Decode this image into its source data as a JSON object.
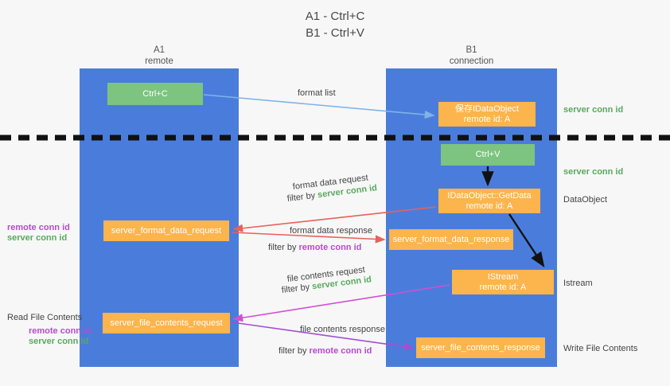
{
  "title": {
    "line1": "A1 - Ctrl+C",
    "line2": "B1 - Ctrl+V"
  },
  "lanes": [
    {
      "name": "A1",
      "sub": "remote",
      "color": "#4a7ddb"
    },
    {
      "name": "B1",
      "sub": "connection",
      "color": "#4a7ddb"
    }
  ],
  "colors": {
    "lane": "#4a7ddb",
    "green_box": "#7cc47f",
    "orange_box": "#fcb44d",
    "server_conn": "#5aa95e",
    "remote_conn": "#b44ccd",
    "arrow_blue": "#7fb3e8",
    "arrow_red": "#e8615a",
    "arrow_magenta": "#d14fd1",
    "arrow_purple": "#a24fd1",
    "arrow_black": "#111111",
    "divider": "#111111",
    "background": "#f7f7f7"
  },
  "boxes": {
    "ctrl_c": {
      "label": "Ctrl+C",
      "sub": "",
      "type": "green"
    },
    "save_idataobject": {
      "label": "保存IDataObject",
      "sub": "remote id: A",
      "type": "orange"
    },
    "ctrl_v": {
      "label": "Ctrl+V",
      "sub": "",
      "type": "green"
    },
    "getdata": {
      "label": "IDataObject::GetData",
      "sub": "remote id: A",
      "type": "orange"
    },
    "server_format_data_request": {
      "label": "server_format_data_request",
      "sub": "",
      "type": "orange"
    },
    "server_format_data_response": {
      "label": "server_format_data_response",
      "sub": "",
      "type": "orange"
    },
    "istream": {
      "label": "IStream",
      "sub": "remote id: A",
      "type": "orange"
    },
    "server_file_contents_request": {
      "label": "server_file_contents_request",
      "sub": "",
      "type": "orange"
    },
    "server_file_contents_response": {
      "label": "server_file_contents_response",
      "sub": "",
      "type": "orange"
    }
  },
  "edge_labels": {
    "format_list": "format list",
    "format_data_request": "format data request",
    "format_data_request_filter_prefix": "filter by ",
    "format_data_request_filter_key": "server conn id",
    "format_data_response": "format data response",
    "format_data_response_filter_prefix": "filter by ",
    "format_data_response_filter_key": "remote conn id",
    "file_contents_request": "file contents request",
    "file_contents_request_filter_prefix": "filter by ",
    "file_contents_request_filter_key": "server conn id",
    "file_contents_response": "file contents response",
    "file_contents_response_filter_prefix": "filter by ",
    "file_contents_response_filter_key": "remote conn id"
  },
  "side_labels": {
    "server_conn_id_top": "server conn id",
    "server_conn_id_second": "server conn id",
    "dataobject": "DataObject",
    "istream": "Istream",
    "write_file_contents": "Write File Contents",
    "read_file_contents": "Read File Contents",
    "remote_conn_id_1": "remote conn id",
    "server_conn_id_1": "server conn id",
    "remote_conn_id_2": "remote conn id",
    "server_conn_id_2": "server conn id"
  }
}
